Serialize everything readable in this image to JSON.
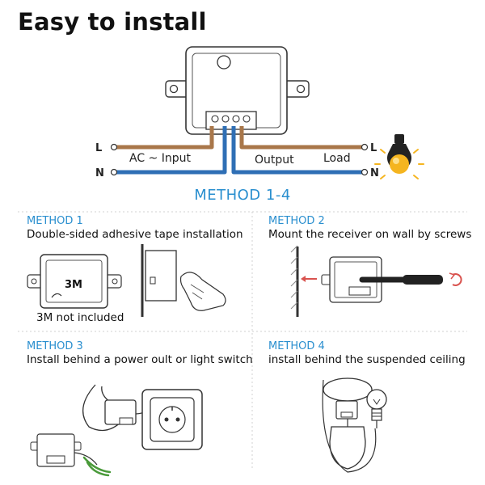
{
  "title": "Easy to install",
  "wiring": {
    "left_l": "L",
    "left_n": "N",
    "right_l": "L",
    "right_n": "N",
    "input_label": "AC ~ Input",
    "output_label": "Output",
    "load_label": "Load"
  },
  "method_range": "METHOD 1-4",
  "methods": [
    {
      "heading": "METHOD 1",
      "description": "Double-sided adhesive tape installation",
      "tape_label": "3M",
      "note": "3M not included"
    },
    {
      "heading": "METHOD 2",
      "description": "Mount the receiver on wall by screws"
    },
    {
      "heading": "METHOD 3",
      "description": "Install behind a power oult or light switch"
    },
    {
      "heading": "METHOD 4",
      "description": "install behind the suspended ceiling"
    }
  ],
  "colors": {
    "live_wire": "#a9774a",
    "neutral_wire": "#2f6fb5",
    "accent": "#2a8fcf",
    "bulb_glow": "#f5b520"
  }
}
